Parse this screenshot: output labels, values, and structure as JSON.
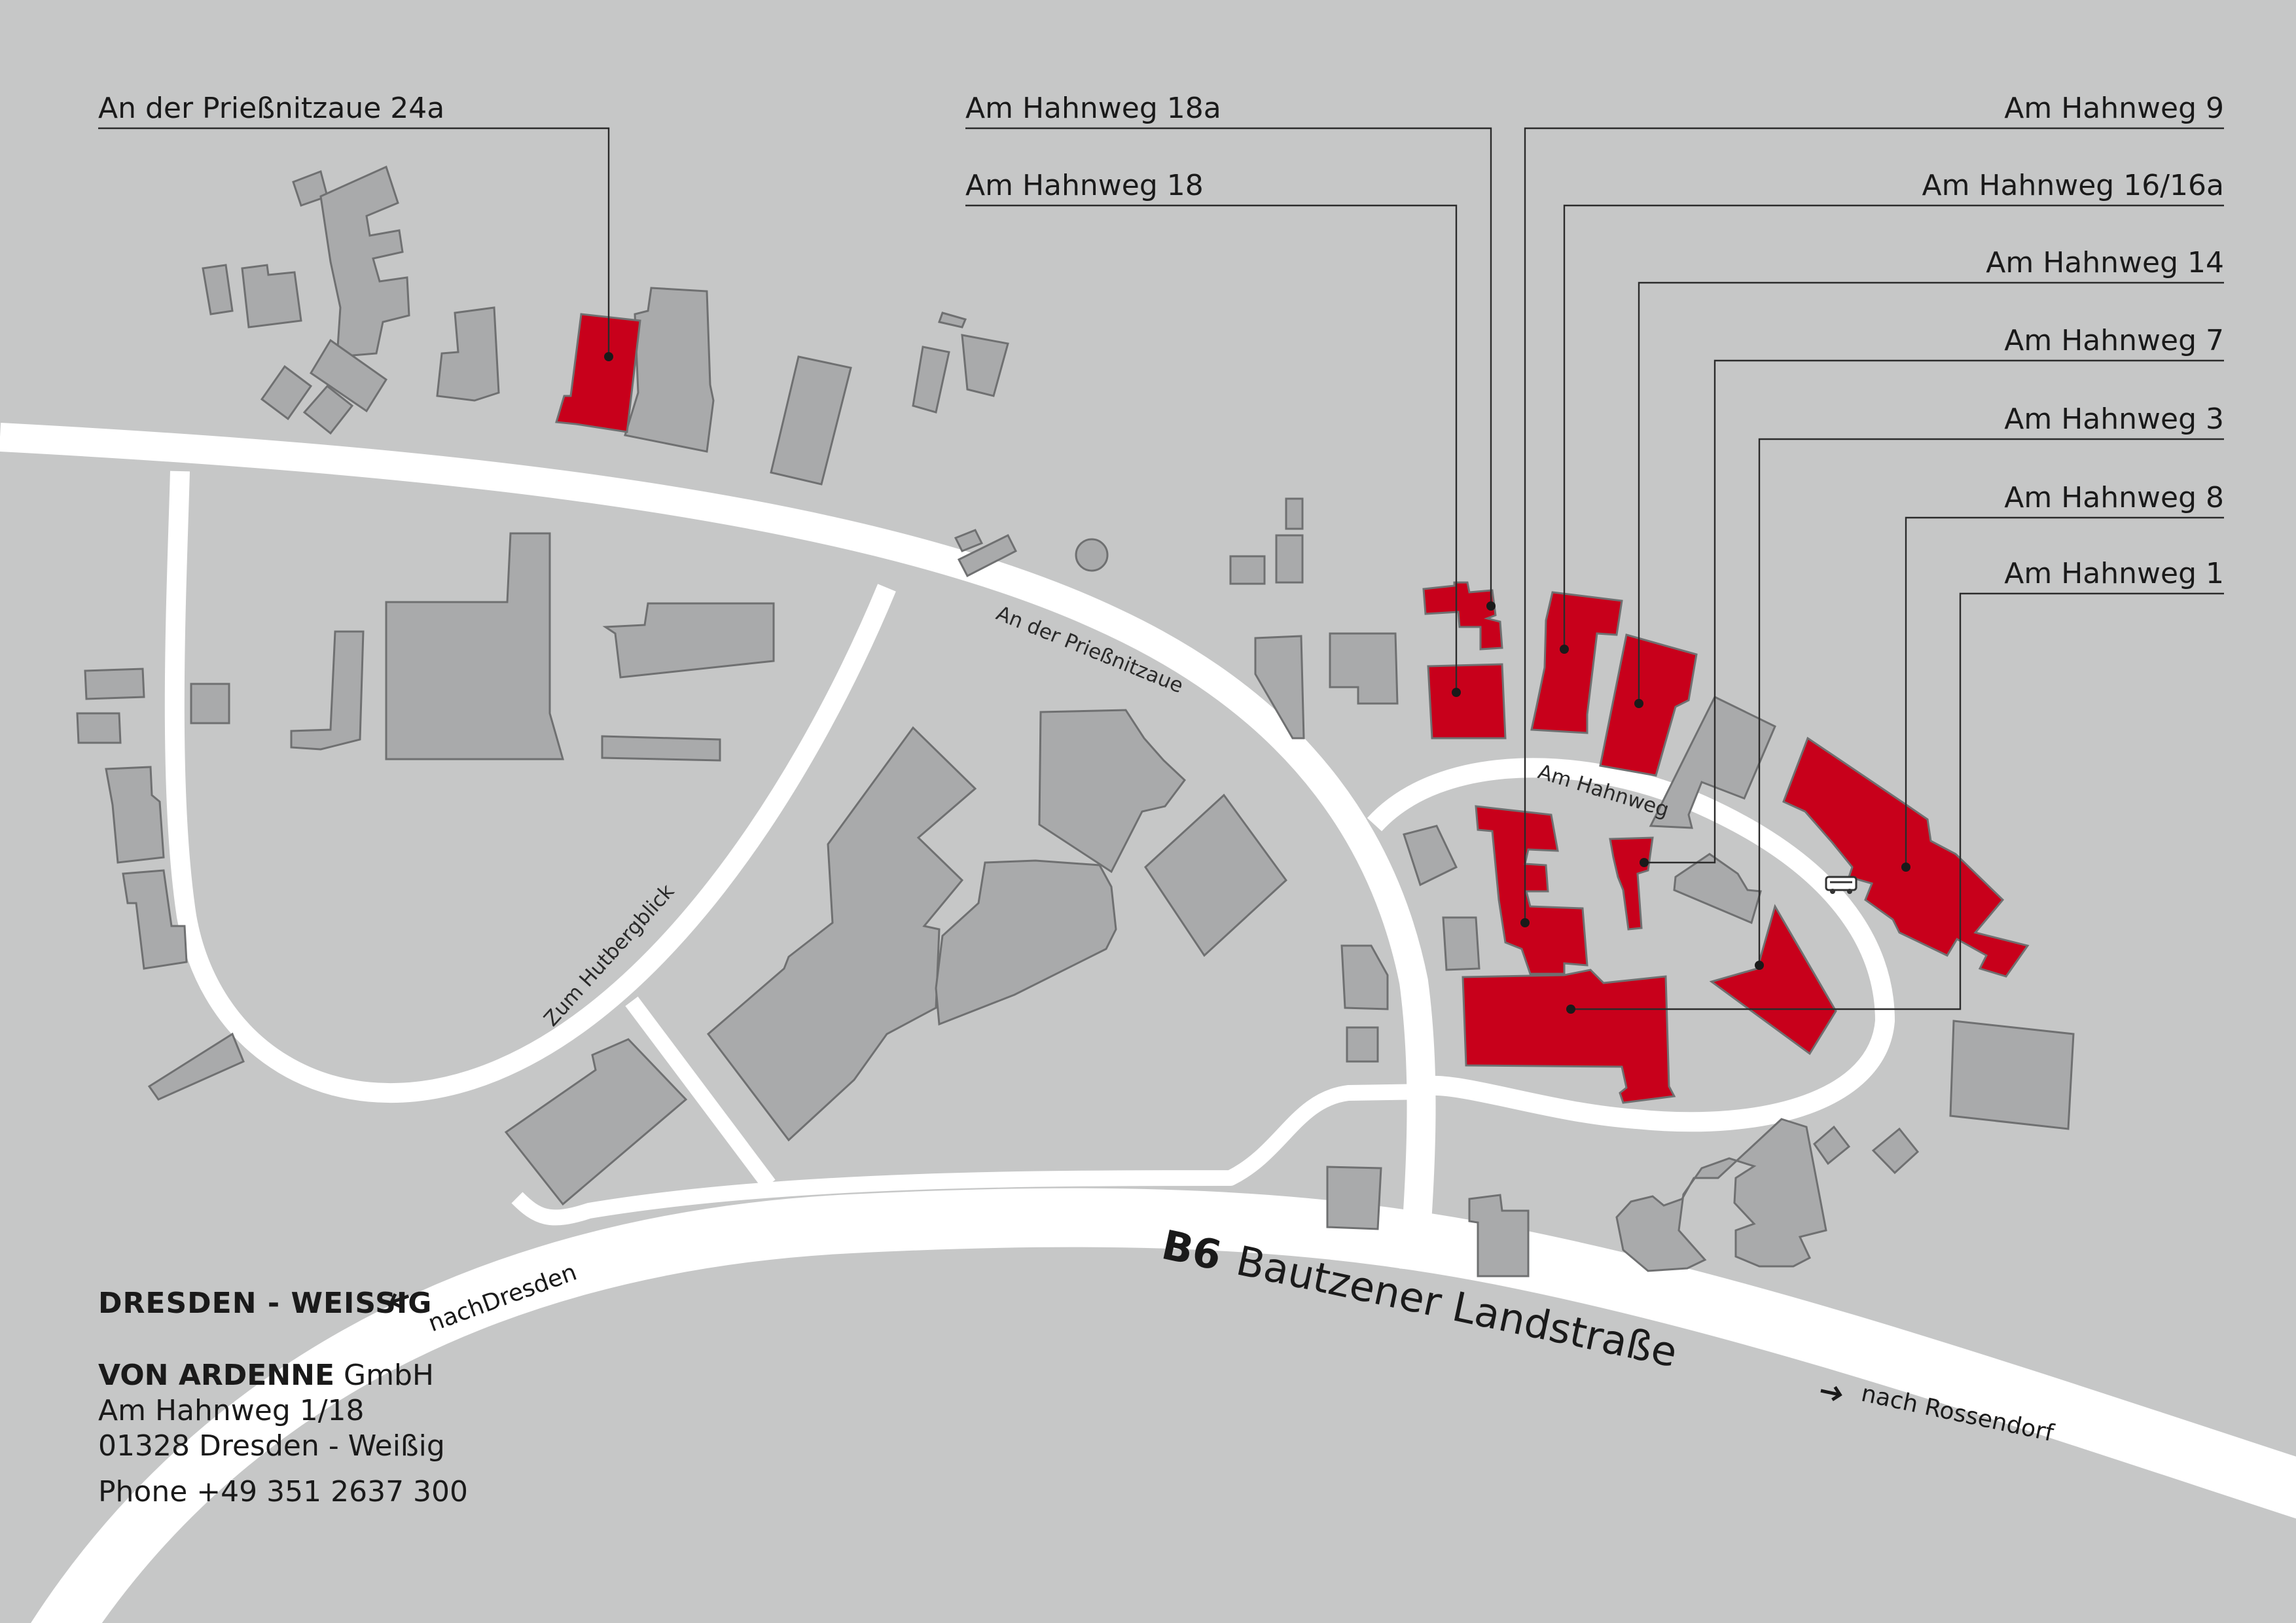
{
  "colors": {
    "background": "#c6c7c7",
    "road": "#ffffff",
    "building": "#a9aaab",
    "highlight": "#c8001b"
  },
  "labels": {
    "an_der_priessnitzaue_24a": "An der Prießnitzaue 24a",
    "am_hahnweg_18a": "Am Hahnweg 18a",
    "am_hahnweg_18": "Am Hahnweg 18",
    "am_hahnweg_9": "Am Hahnweg 9",
    "am_hahnweg_16": "Am Hahnweg 16/16a",
    "am_hahnweg_14": "Am Hahnweg 14",
    "am_hahnweg_7": "Am Hahnweg 7",
    "am_hahnweg_3": "Am Hahnweg 3",
    "am_hahnweg_8": "Am Hahnweg 8",
    "am_hahnweg_1": "Am Hahnweg 1"
  },
  "streets": {
    "priessnitzaue": "An der Prießnitzaue",
    "hahnweg": "Am Hahnweg",
    "hutbergblick": "Zum Hutbergblick",
    "b6_number": "B6",
    "b6_name": "Bautzener Landstraße"
  },
  "directions": {
    "dresden": "nachDresden",
    "rossendorf": "nach Rossendorf"
  },
  "icons": {
    "arrow_left": "arrow-left-icon",
    "arrow_right": "arrow-right-icon",
    "bus": "bus-icon"
  },
  "info": {
    "city": "DRESDEN - WEISSIG",
    "company_name": "VON ARDENNE",
    "company_suffix": "GmbH",
    "street": "Am Hahnweg 1/18",
    "postal": "01328 Dresden - Weißig",
    "phone": "Phone +49 351 2637 300"
  }
}
